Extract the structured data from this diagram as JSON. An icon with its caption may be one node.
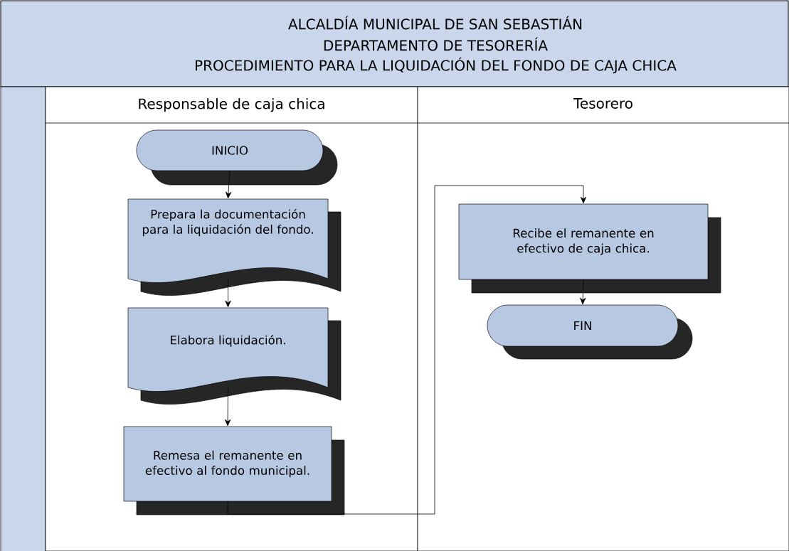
{
  "diagram": {
    "title": "ALCALDÍA MUNICIPAL DE SAN SEBASTIÁN",
    "labels": [
      "DEPARTAMENTO DE TESORERÍA",
      "PROCEDIMIENTO PARA LA LIQUIDACIÓN DEL FONDO DE CAJA CHICA"
    ],
    "nodes": [
      {
        "text": [
          "Responsable de caja chica"
        ]
      },
      {
        "text": [
          "Tesorero"
        ]
      },
      {
        "text": [
          "INICIO"
        ],
        "in": 0
      },
      {
        "text": [
          "Prepara la documentación para la liquidación del fondo."
        ],
        "in": 0
      },
      {
        "text": [
          "Elabora  liquidación."
        ],
        "in": 0
      },
      {
        "text": [
          "Remesa el remanente en efectivo al fondo municipal."
        ],
        "in": 0
      },
      {
        "text": [
          "Recibe el remanente en efectivo de caja chica."
        ],
        "in": 1
      },
      {
        "text": [
          "FIN"
        ],
        "in": 1
      }
    ],
    "edges": [
      {
        "from": 2,
        "to": 3,
        "arrow": "to"
      },
      {
        "from": 3,
        "to": 4,
        "arrow": "to"
      },
      {
        "from": 4,
        "to": 5,
        "arrow": "to"
      },
      {
        "from": 5,
        "to": 6,
        "arrow": "to"
      },
      {
        "from": 6,
        "to": 7,
        "arrow": "to"
      }
    ]
  }
}
